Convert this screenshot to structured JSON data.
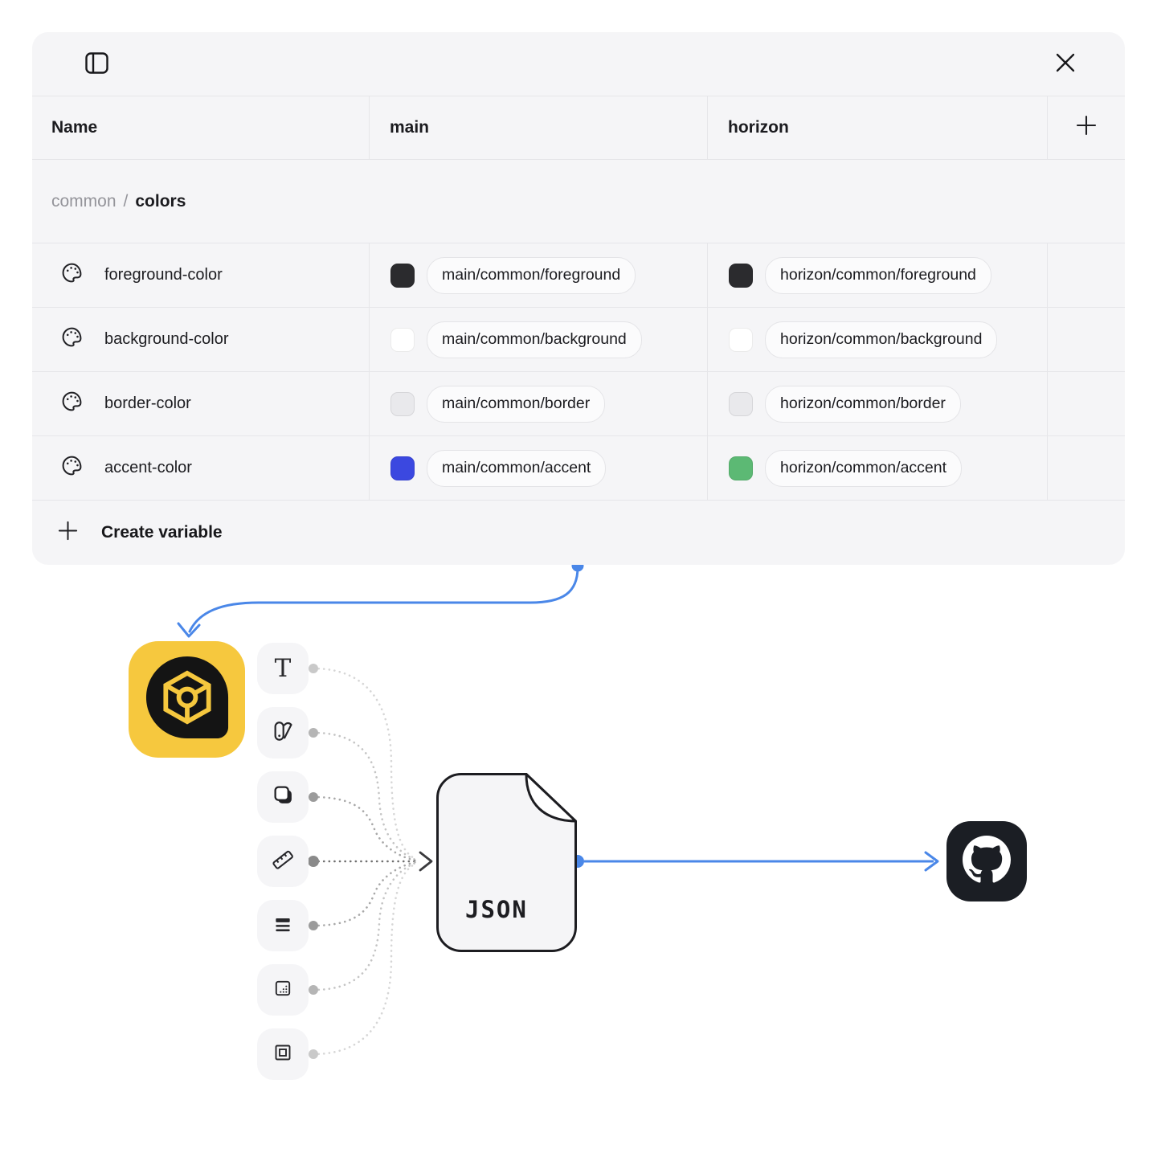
{
  "panel": {
    "columns": {
      "name": "Name",
      "main": "main",
      "horizon": "horizon"
    },
    "breadcrumb": {
      "group": "common",
      "separator": "/",
      "category": "colors"
    },
    "rows": [
      {
        "name": "foreground-color",
        "main": {
          "swatch": "#2b2b2e",
          "token": "main/common/foreground"
        },
        "horizon": {
          "swatch": "#2b2b2e",
          "token": "horizon/common/foreground"
        }
      },
      {
        "name": "background-color",
        "main": {
          "swatch": "#ffffff",
          "token": "main/common/background"
        },
        "horizon": {
          "swatch": "#ffffff",
          "token": "horizon/common/background"
        }
      },
      {
        "name": "border-color",
        "main": {
          "swatch": "#e9e9ec",
          "token": "main/common/border"
        },
        "horizon": {
          "swatch": "#e9e9ec",
          "token": "horizon/common/border"
        }
      },
      {
        "name": "accent-color",
        "main": {
          "swatch": "#3b48e0",
          "token": "main/common/accent"
        },
        "horizon": {
          "swatch": "#5cb974",
          "token": "horizon/common/accent"
        }
      }
    ],
    "footer": {
      "create_variable_label": "Create variable"
    }
  },
  "diagram": {
    "file_label": "JSON",
    "source_icon": "tokens-studio-logo",
    "target_icon": "github-logo",
    "chips": [
      "typography-icon",
      "swatches-icon",
      "shadow-icon",
      "ruler-icon",
      "spacing-icon",
      "grid-icon",
      "frame-icon"
    ],
    "colors": {
      "connector_blue": "#4a87e8",
      "brand_yellow": "#f6c83e",
      "github_dark": "#1b1e24"
    }
  }
}
